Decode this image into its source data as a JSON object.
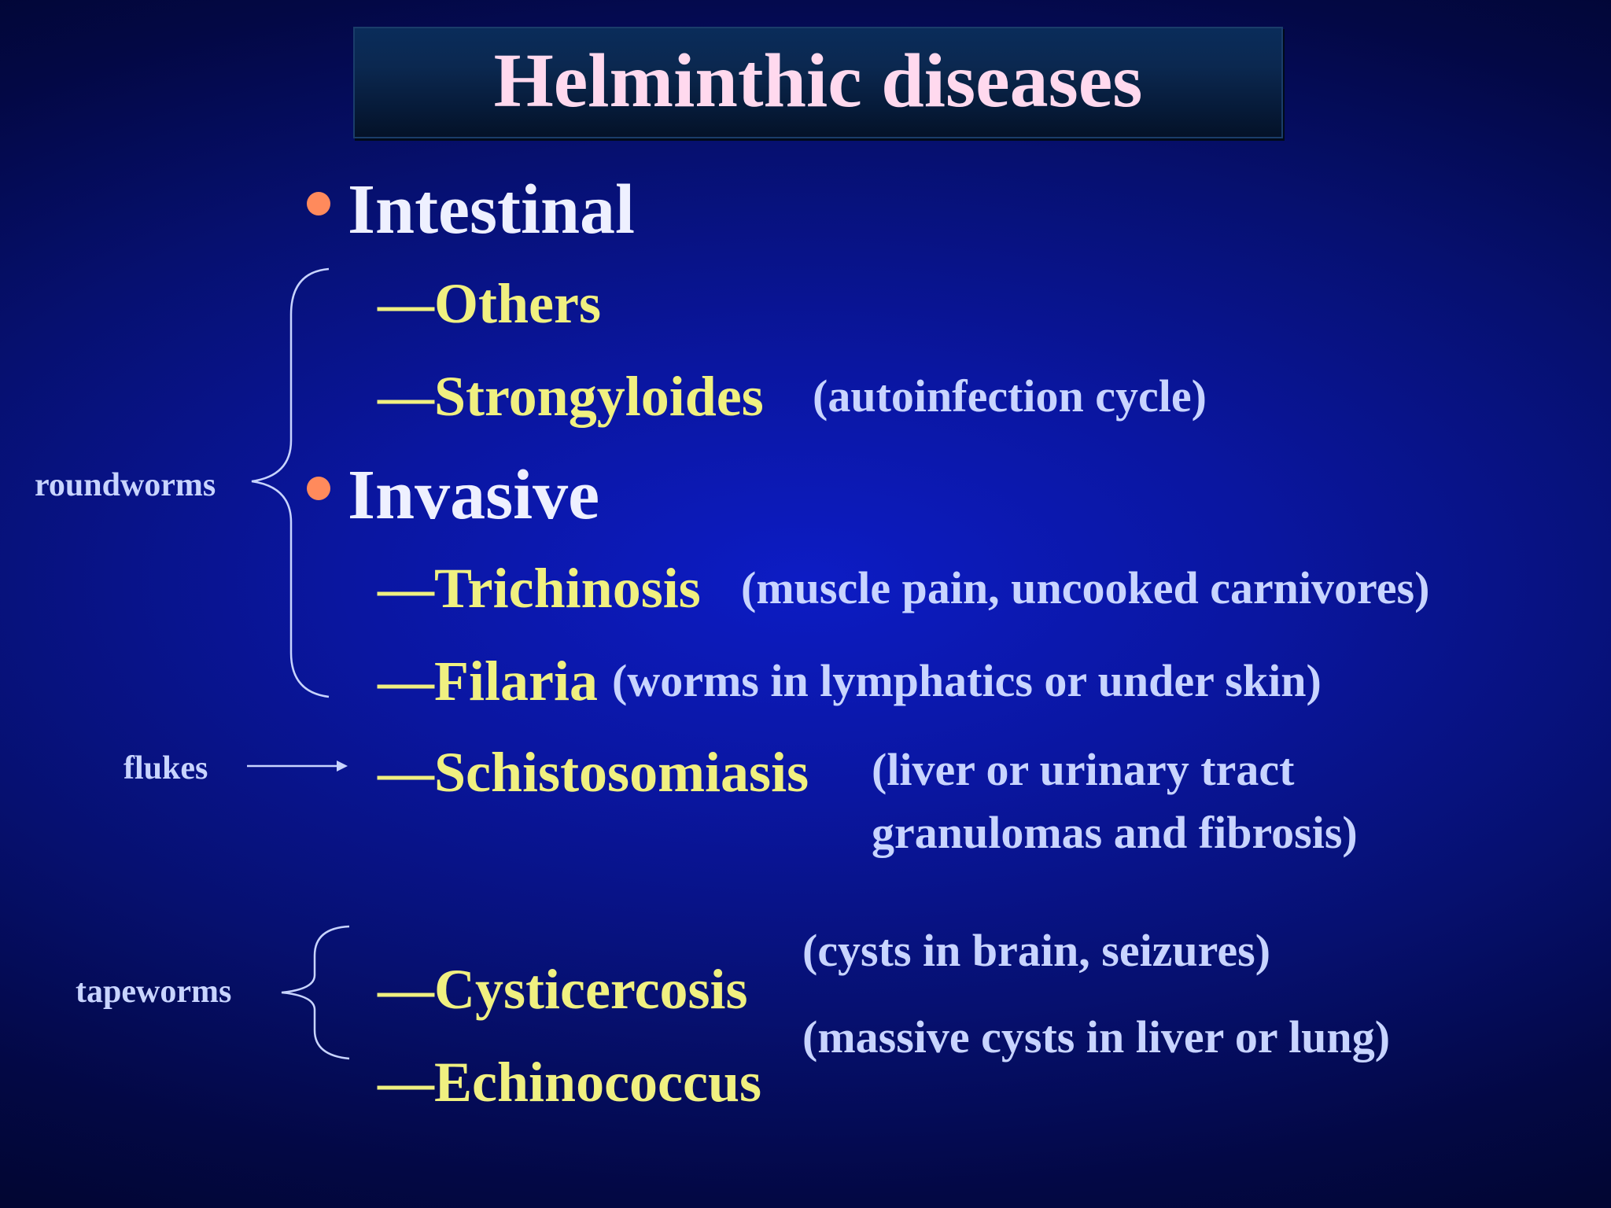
{
  "slide": {
    "title": "Helminthic diseases",
    "sections": [
      {
        "heading": "Intestinal",
        "items": [
          {
            "name": "—Others",
            "note": ""
          },
          {
            "name": "—Strongyloides",
            "note": "(autoinfection cycle)"
          }
        ]
      },
      {
        "heading": "Invasive",
        "items": [
          {
            "name": "—Trichinosis",
            "note": "(muscle pain, uncooked carnivores)"
          },
          {
            "name": "—Filaria",
            "note": "(worms in lymphatics or under skin)"
          },
          {
            "name": "—Schistosomiasis",
            "note_line1": "(liver or urinary tract",
            "note_line2": "granulomas and fibrosis)"
          },
          {
            "name": "—Cysticercosis",
            "note": "(cysts in brain, seizures)"
          },
          {
            "name": "—Echinococcus",
            "note": "(massive cysts in liver or lung)"
          }
        ]
      }
    ],
    "side_labels": {
      "roundworms": "roundworms",
      "flukes": "flukes",
      "tapeworms": "tapeworms"
    }
  },
  "colors": {
    "title_text": "#ffd9ee",
    "heading_text": "#eef0ff",
    "item_text": "#f0f080",
    "note_text": "#c8d4ff",
    "bullet": "#ff8a5c"
  }
}
